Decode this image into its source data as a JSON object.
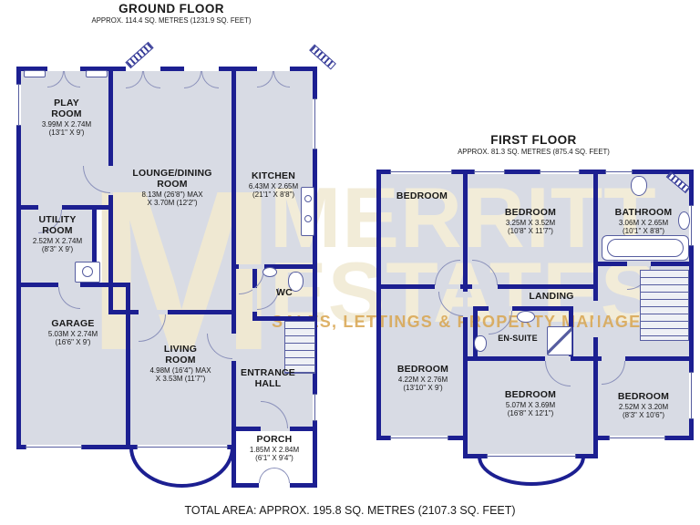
{
  "ground_floor": {
    "title": "GROUND FLOOR",
    "subtitle": "APPROX. 114.4 SQ. METRES (1231.9 SQ. FEET)",
    "rooms": {
      "play": {
        "name": "PLAY\nROOM",
        "dims": "3.99M X 2.74M\n(13'1\" X 9')"
      },
      "lounge": {
        "name": "LOUNGE/DINING\nROOM",
        "dims": "8.13M (26'8\") MAX\nX 3.70M (12'2\")"
      },
      "kitchen": {
        "name": "KITCHEN",
        "dims": "6.43M X 2.65M\n(21'1\" X 8'8\")"
      },
      "utility": {
        "name": "UTILITY\nROOM",
        "dims": "2.52M X 2.74M\n(8'3\" X 9')"
      },
      "garage": {
        "name": "GARAGE",
        "dims": "5.03M X 2.74M\n(16'6\" X 9')"
      },
      "living": {
        "name": "LIVING\nROOM",
        "dims": "4.98M (16'4\") MAX\nX 3.53M (11'7\")"
      },
      "wc": {
        "name": "WC",
        "dims": ""
      },
      "hall": {
        "name": "ENTRANCE\nHALL",
        "dims": ""
      },
      "porch": {
        "name": "PORCH",
        "dims": "1.85M X 2.84M\n(6'1\" X 9'4\")"
      }
    }
  },
  "first_floor": {
    "title": "FIRST FLOOR",
    "subtitle": "APPROX. 81.3 SQ. METRES (875.4 SQ. FEET)",
    "rooms": {
      "bedroom1": {
        "name": "BEDROOM",
        "dims": ""
      },
      "bedroom2": {
        "name": "BEDROOM",
        "dims": "3.25M X 3.52M\n(10'8\" X 11'7\")"
      },
      "bathroom": {
        "name": "BATHROOM",
        "dims": "3.06M X 2.65M\n(10'1\" X 8'8\")"
      },
      "landing": {
        "name": "LANDING",
        "dims": ""
      },
      "ensuite": {
        "name": "EN-SUITE",
        "dims": ""
      },
      "bedroom3": {
        "name": "BEDROOM",
        "dims": "4.22M X 2.76M\n(13'10\" X 9')"
      },
      "bedroom4": {
        "name": "BEDROOM",
        "dims": "5.07M X 3.69M\n(16'8\" X 12'1\")"
      },
      "bedroom5": {
        "name": "BEDROOM",
        "dims": "2.52M X 3.20M\n(8'3\" X 10'6\")"
      }
    }
  },
  "watermark": {
    "monogram": "M",
    "name_top": "MERRITT",
    "name_bottom": "ESTATES",
    "tagline": "SALES, LETTINGS & PROPERTY MANAGEMENT"
  },
  "footer": {
    "total_area": "TOTAL AREA: APPROX. 195.8 SQ. METRES (2107.3 SQ. FEET)"
  },
  "colors": {
    "wall": "#1c1f91",
    "room_fill": "#d8dbe4",
    "watermark_cream": "#f2ecd8",
    "watermark_gold": "#d9a54f"
  }
}
